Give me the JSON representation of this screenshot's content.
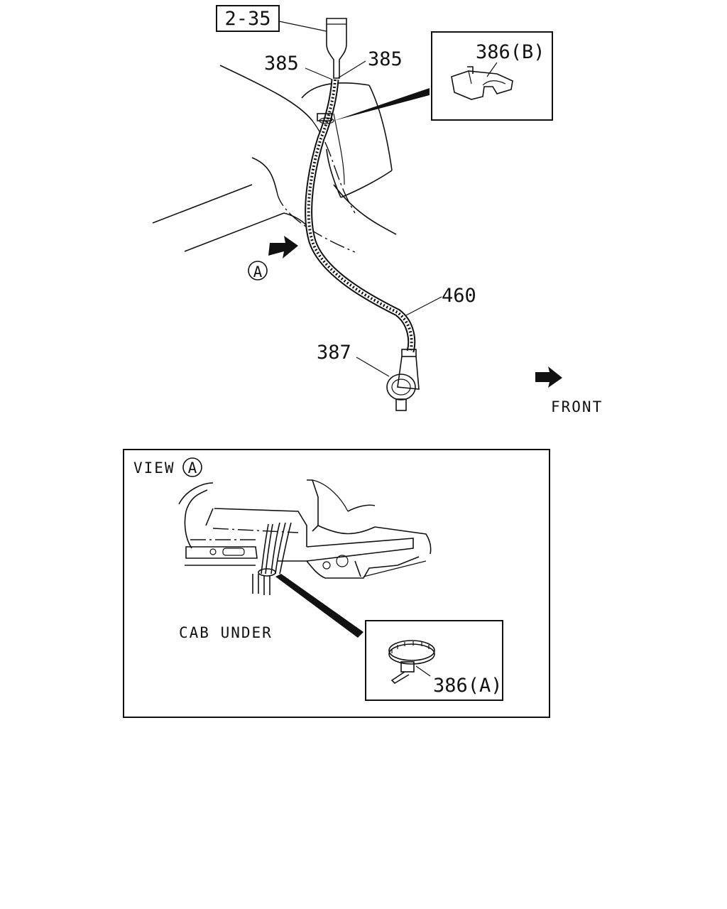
{
  "labels": {
    "ref_box": "2-35",
    "part_385_left": "385",
    "part_385_right": "385",
    "part_386b": "386(B)",
    "part_460": "460",
    "part_387": "387",
    "view_marker": "A",
    "front": "FRONT",
    "view_title": "VIEW",
    "view_title_marker": "A",
    "cab_under": "CAB UNDER",
    "part_386a": "386(A)"
  }
}
